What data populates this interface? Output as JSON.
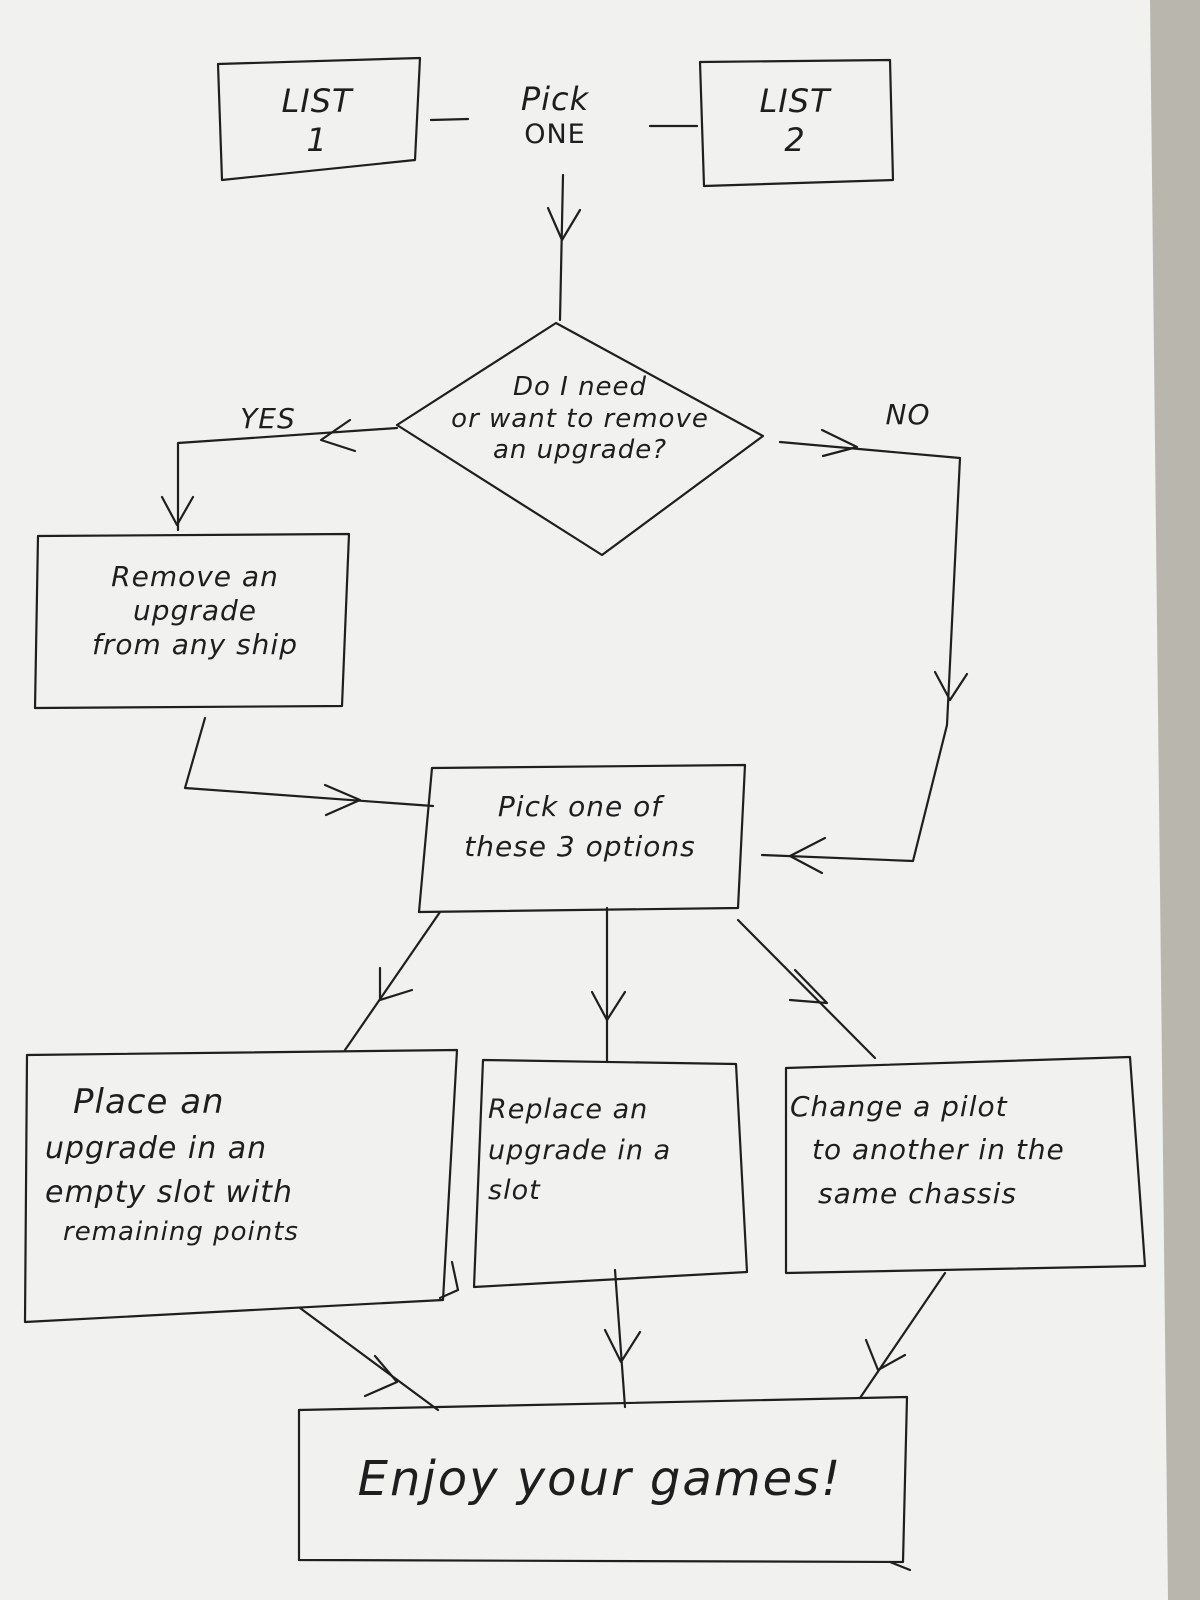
{
  "flowchart": {
    "nodes": {
      "list1": {
        "lines": [
          "LIST",
          "1"
        ]
      },
      "pick_one": {
        "lines": [
          "Pick",
          "ONE"
        ]
      },
      "list2": {
        "lines": [
          "LIST",
          "2"
        ]
      },
      "decision": {
        "lines": [
          "Do I need",
          "or want to remove",
          "an upgrade?"
        ]
      },
      "remove_upgrade": {
        "lines": [
          "Remove an",
          "upgrade",
          "from any ship"
        ]
      },
      "pick_three": {
        "lines": [
          "Pick one of",
          "these 3 options"
        ]
      },
      "place_upgrade": {
        "lines": [
          "Place an",
          "upgrade in an",
          "empty slot with",
          "remaining points"
        ]
      },
      "replace_upgrade": {
        "lines": [
          "Replace an",
          "upgrade in a",
          "slot"
        ]
      },
      "change_pilot": {
        "lines": [
          "Change a pilot",
          "to another in the",
          "same chassis"
        ]
      },
      "enjoy": {
        "lines": [
          "Enjoy your games!"
        ]
      }
    },
    "edge_labels": {
      "yes": "YES",
      "no": "NO"
    }
  },
  "colors": {
    "ink": "#1f1f1f",
    "paper": "#f2f2f0",
    "background": "#b8b7b2"
  }
}
